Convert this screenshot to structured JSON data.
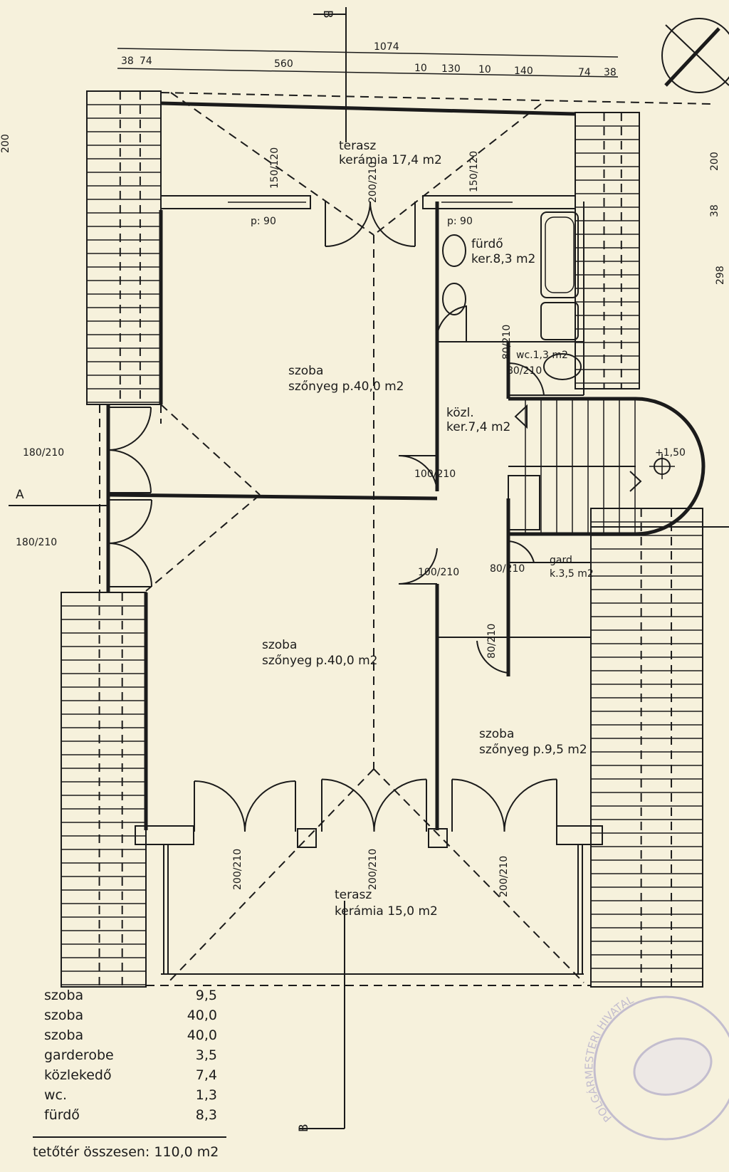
{
  "dimensions": {
    "top_total": "1074",
    "top_segments": [
      "38",
      "74",
      "560",
      "10",
      "130",
      "10",
      "140",
      "74",
      "38"
    ],
    "left": "200",
    "right": [
      "200",
      "38",
      "298"
    ]
  },
  "section_marks": {
    "b_top": "B",
    "a_left": "A",
    "b_bottom": "B"
  },
  "rooms": {
    "terrace_top": {
      "name": "terasz",
      "detail": "kerámia 17,4 m2"
    },
    "room_upper": {
      "name": "szoba",
      "detail": "szőnyeg p.40,0 m2"
    },
    "room_lower": {
      "name": "szoba",
      "detail": "szőnyeg p.40,0 m2"
    },
    "room_small": {
      "name": "szoba",
      "detail": "szőnyeg p.9,5 m2"
    },
    "bathroom": {
      "name": "fürdő",
      "detail": "ker.8,3  m2"
    },
    "wc": {
      "name": "wc.1,3 m2"
    },
    "corridor": {
      "name": "közl.",
      "detail": "ker.7,4 m2"
    },
    "wardrobe": {
      "name": "gard.",
      "detail": "k.3,5 m2"
    },
    "terrace_bottom": {
      "name": "terasz",
      "detail": "kerámia 15,0 m2"
    },
    "stair_level": "+1,50"
  },
  "openings": {
    "window_left": "150/120",
    "window_right": "150/120",
    "door_top": "200/210",
    "sill_left": "p: 90",
    "sill_right": "p: 90",
    "side_door_upper": "180/210",
    "side_door_lower": "180/210",
    "door_upper_room": "100/210",
    "door_lower_room": "100/210",
    "door_bath": "80/210",
    "door_wc": "80/210",
    "door_wardrobe": "80/210",
    "door_small_room": "80/210",
    "terrace_door_1": "200/210",
    "terrace_door_2": "200/210",
    "terrace_door_3": "200/210"
  },
  "area_table": {
    "rows": [
      {
        "name": "szoba",
        "value": "9,5"
      },
      {
        "name": "szoba",
        "value": "40,0"
      },
      {
        "name": "szoba",
        "value": "40,0"
      },
      {
        "name": "garderobe",
        "value": "3,5"
      },
      {
        "name": "közlekedő",
        "value": "7,4"
      },
      {
        "name": "wc.",
        "value": "1,3"
      },
      {
        "name": "fürdő",
        "value": "8,3"
      }
    ],
    "total": "tetőtér összesen: 110,0 m2"
  },
  "stamp": {
    "text": "POLGÁRMESTERI HIVATAL"
  },
  "colors": {
    "paper": "#f6f1dc",
    "ink": "#1b1b1b",
    "stamp": "#9b93c4"
  }
}
